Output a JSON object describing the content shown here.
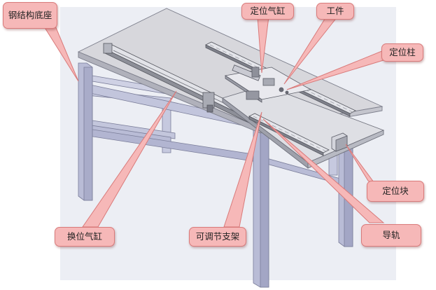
{
  "callouts": {
    "steel_base": "钢结构底座",
    "positioning_cylinder": "定位气缸",
    "workpiece": "工件",
    "positioning_column": "定位柱",
    "positioning_block": "定位块",
    "shift_cylinder": "换位气缸",
    "adjustable_bracket": "可调节支架",
    "guide_rail": "导轨"
  },
  "colors": {
    "callout_fill": "#f6b8b8",
    "callout_border": "#d97a7a",
    "frame_steel": "#b9bcd6",
    "table_top": "#d7d7dc",
    "background_panel": "#eceef4"
  }
}
